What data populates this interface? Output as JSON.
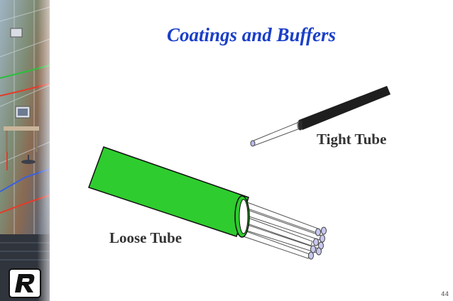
{
  "slide": {
    "title": "Coatings and Buffers",
    "tight_tube_label": "Tight Tube",
    "loose_tube_label": "Loose Tube",
    "page_number": "44"
  },
  "colors": {
    "title": "#1a3fc8",
    "loose_tube_jacket": "#2ecc2e",
    "tight_tube_jacket": "#1e1e1e",
    "fiber_end": "#c8c8f0"
  },
  "icons": {
    "logo": "r-logo",
    "sidebar_art": "office-network-illustration"
  }
}
